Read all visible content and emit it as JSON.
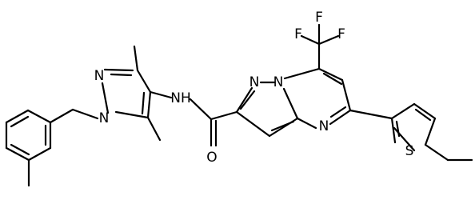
{
  "molecule": {
    "labels": {
      "amide_nh": "NH",
      "amide_o": "O",
      "pyrazole_n1": "N",
      "pyrazole_n2": "N",
      "pz_n1": "N",
      "pz_n2": "N",
      "pyrimidine_n": "N",
      "thiophene_s": "S",
      "cf3_f1": "F",
      "cf3_f2": "F",
      "cf3_f3": "F"
    }
  }
}
